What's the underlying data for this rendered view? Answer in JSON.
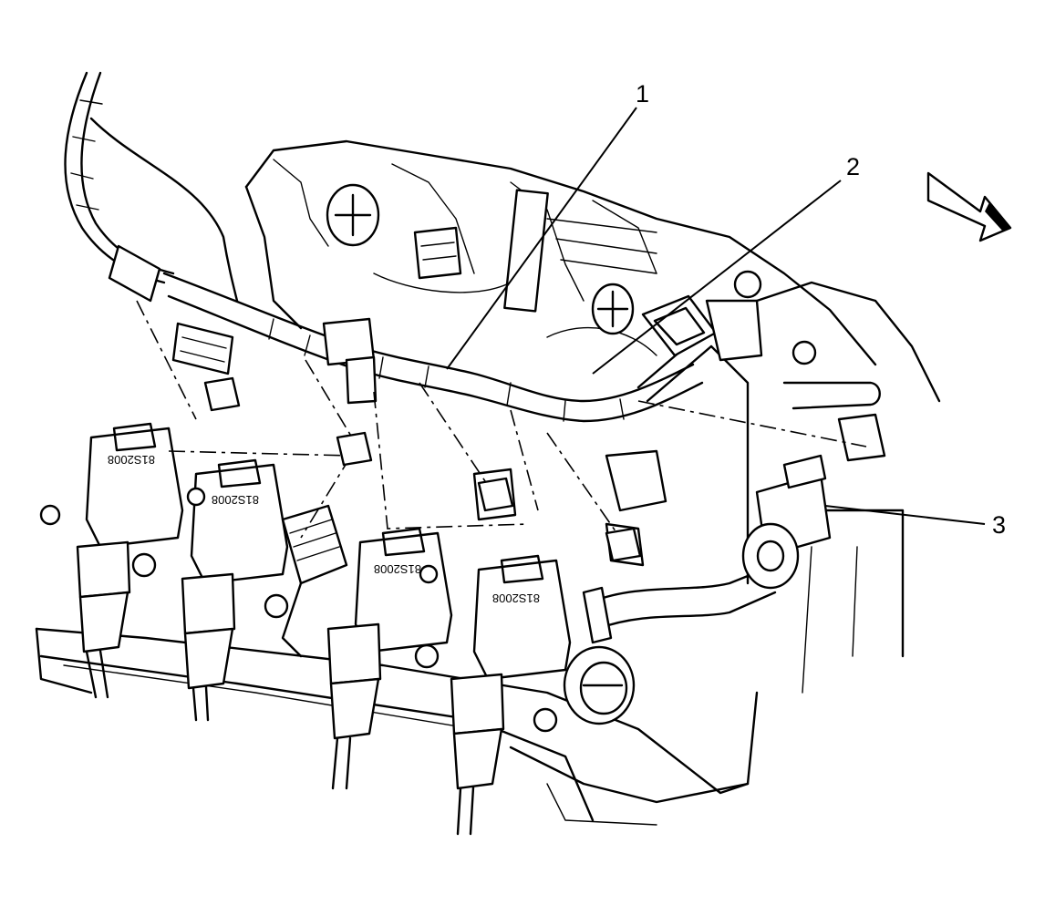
{
  "callouts": {
    "c1": "1",
    "c2": "2",
    "c3": "3"
  },
  "coil_label": "81S2008",
  "icons": {
    "direction_arrow": "front-direction-arrow-icon"
  },
  "colors": {
    "line": "#000000",
    "background": "#ffffff"
  }
}
